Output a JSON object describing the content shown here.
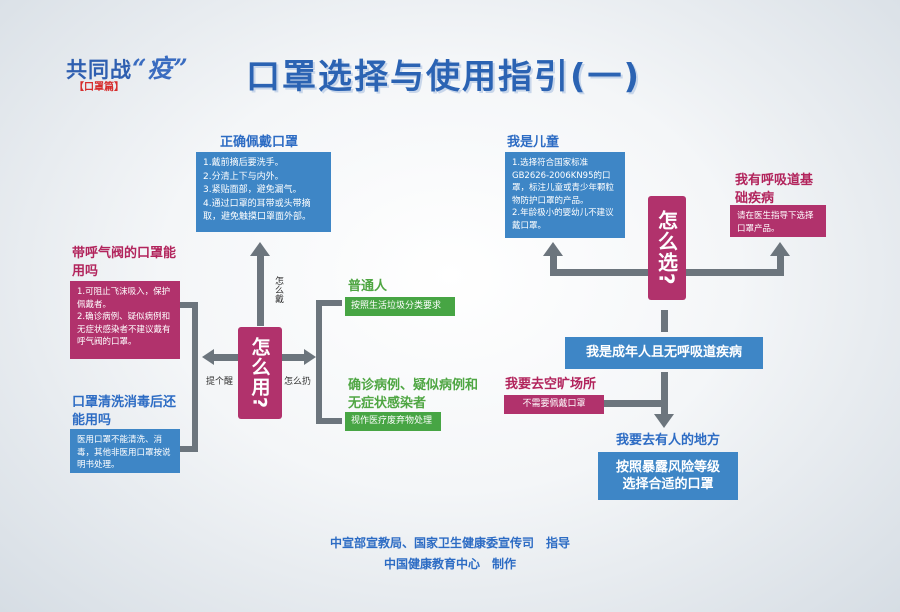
{
  "logo": {
    "main": "共同战",
    "yi": "“疫”",
    "sub": "【口罩篇】"
  },
  "title": "口罩选择与使用指引(一)",
  "left": {
    "center": "怎么用?",
    "wear": {
      "label": "怎么戴",
      "header": "正确佩戴口罩",
      "lines": [
        "1.戴前摘后要洗手。",
        "2.分清上下与内外。",
        "3.紧贴面部，避免漏气。",
        "4.通过口罩的耳带或头带摘取，避免触摸口罩面外部。"
      ]
    },
    "remind": {
      "label": "提个醒",
      "valve": {
        "header": "带呼气阀的口罩能用吗",
        "lines": [
          "1.可阻止飞沫吸入，保护佩戴者。",
          "2.确诊病例、疑似病例和无症状感染者不建议戴有呼气阀的口罩。"
        ]
      },
      "wash": {
        "header": "口罩清洗消毒后还能用吗",
        "lines": [
          "医用口罩不能清洗、消毒，其他非医用口罩按说明书处理。"
        ]
      }
    },
    "discard": {
      "label": "怎么扔",
      "ordinary": {
        "header": "普通人",
        "text": "按照生活垃圾分类要求"
      },
      "confirmed": {
        "header": "确诊病例、疑似病例和无症状感染者",
        "text": "视作医疗废弃物处理"
      }
    }
  },
  "right": {
    "center": "怎么选?",
    "child": {
      "header": "我是儿童",
      "lines": [
        "1.选择符合国家标准GB2626-2006KN95的口罩，标注儿童或青少年颗粒物防护口罩的产品。",
        "2.年龄极小的婴幼儿不建议戴口罩。"
      ]
    },
    "respiratory": {
      "header": "我有呼吸道基础疾病",
      "text": "请在医生指导下选择口罩产品。"
    },
    "adult": "我是成年人且无呼吸道疾病",
    "open": {
      "header": "我要去空旷场所",
      "text": "不需要佩戴口罩"
    },
    "crowd": {
      "header": "我要去有人的地方",
      "text": "按照暴露风险等级选择合适的口罩"
    }
  },
  "footer": {
    "line1": "中宣部宣教局、国家卫生健康委宣传司　指导",
    "line2": "中国健康教育中心　制作"
  },
  "colors": {
    "blue": "#3e86c6",
    "pink": "#b1326c",
    "green": "#47a544",
    "title": "#2b63b3",
    "arrow": "#6c757d"
  }
}
